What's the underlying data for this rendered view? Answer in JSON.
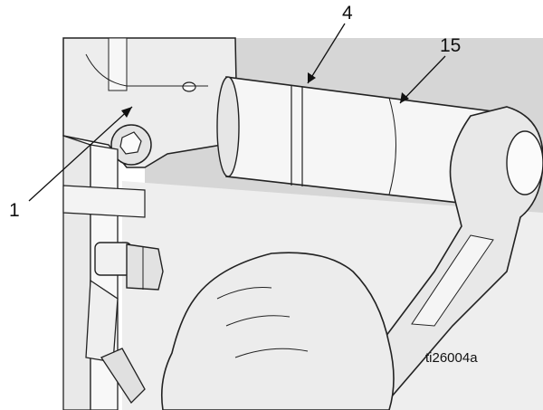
{
  "callouts": [
    {
      "id": "c1",
      "label": "1"
    },
    {
      "id": "c4",
      "label": "4"
    },
    {
      "id": "c15",
      "label": "15"
    }
  ],
  "figure_id": "ti26004a"
}
